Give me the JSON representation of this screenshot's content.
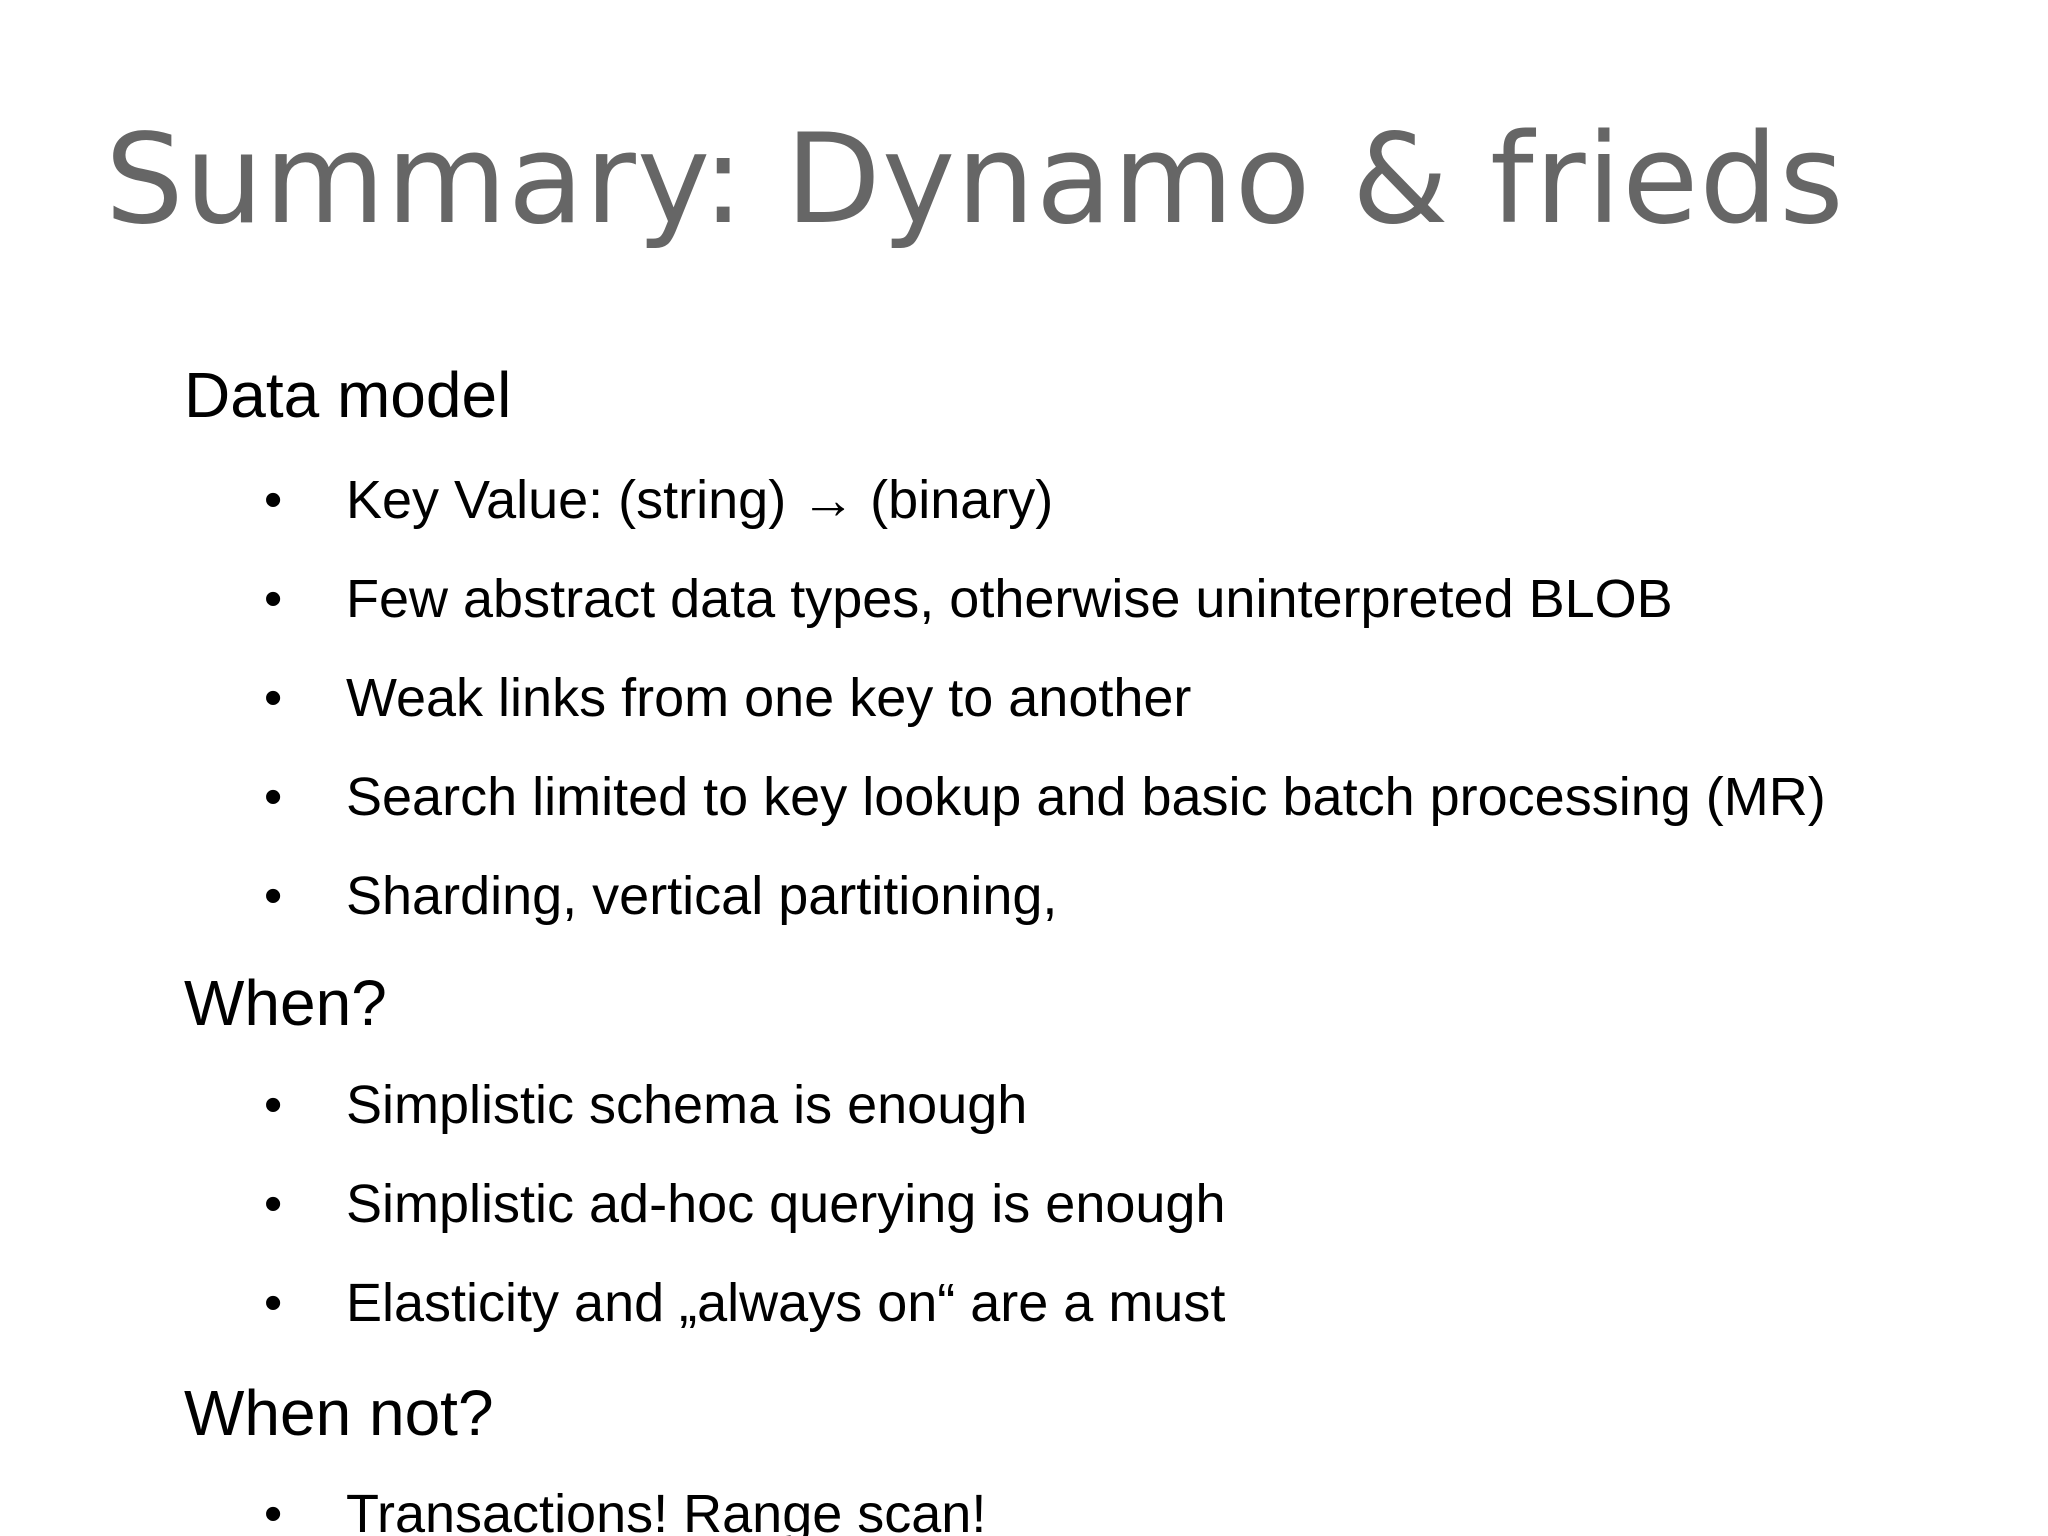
{
  "slide": {
    "title": "Summary: Dynamo & frieds",
    "bullet_glyph": "•",
    "sections": [
      {
        "heading": "Data model",
        "bullets": [
          "Key Value: (string) → (binary)",
          "Few abstract data types, otherwise uninterpreted BLOB",
          "Weak links from one key to another",
          "Search limited to key lookup and basic batch processing (MR)",
          "Sharding, vertical partitioning,"
        ]
      },
      {
        "heading": "When?",
        "bullets": [
          "Simplistic schema is enough",
          "Simplistic ad-hoc querying is enough",
          "Elasticity and „always on“ are a must"
        ]
      },
      {
        "heading": "When not?",
        "bullets": [
          "Transactions! Range scan!"
        ]
      }
    ]
  }
}
